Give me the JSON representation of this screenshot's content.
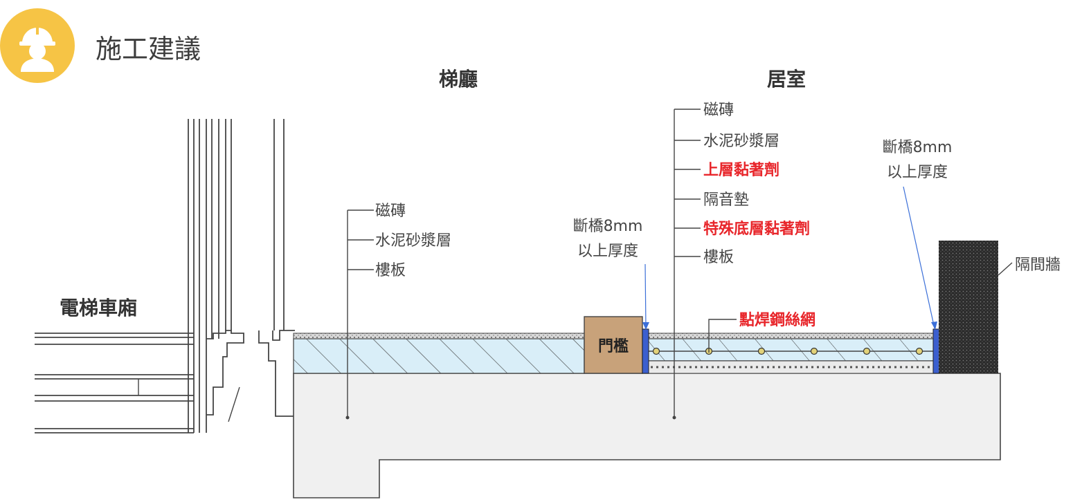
{
  "header": {
    "title": "施工建議",
    "icon": "construction-worker-icon",
    "icon_color": "#f6c445"
  },
  "zones": {
    "lobby": "梯廳",
    "room": "居室",
    "elevator": "電梯車廂"
  },
  "lobby_layers": [
    "磁磚",
    "水泥砂漿層",
    "樓板"
  ],
  "room_layers": [
    {
      "text": "磁磚",
      "highlight": false
    },
    {
      "text": "水泥砂漿層",
      "highlight": false
    },
    {
      "text": "上層黏著劑",
      "highlight": true
    },
    {
      "text": "隔音墊",
      "highlight": false
    },
    {
      "text": "特殊底層黏著劑",
      "highlight": true
    },
    {
      "text": "樓板",
      "highlight": false
    }
  ],
  "threshold": "門檻",
  "break_note_left": [
    "斷橋8mm",
    "以上厚度"
  ],
  "break_note_right": [
    "斷橋8mm",
    "以上厚度"
  ],
  "partition_wall": "隔間牆",
  "mesh_label": "點焊鋼絲網",
  "colors": {
    "highlight_text": "#e8262b",
    "break_strip": "#3b5fcf",
    "threshold_fill": "#c8a27a",
    "hatch_fill": "#d9eef8"
  }
}
